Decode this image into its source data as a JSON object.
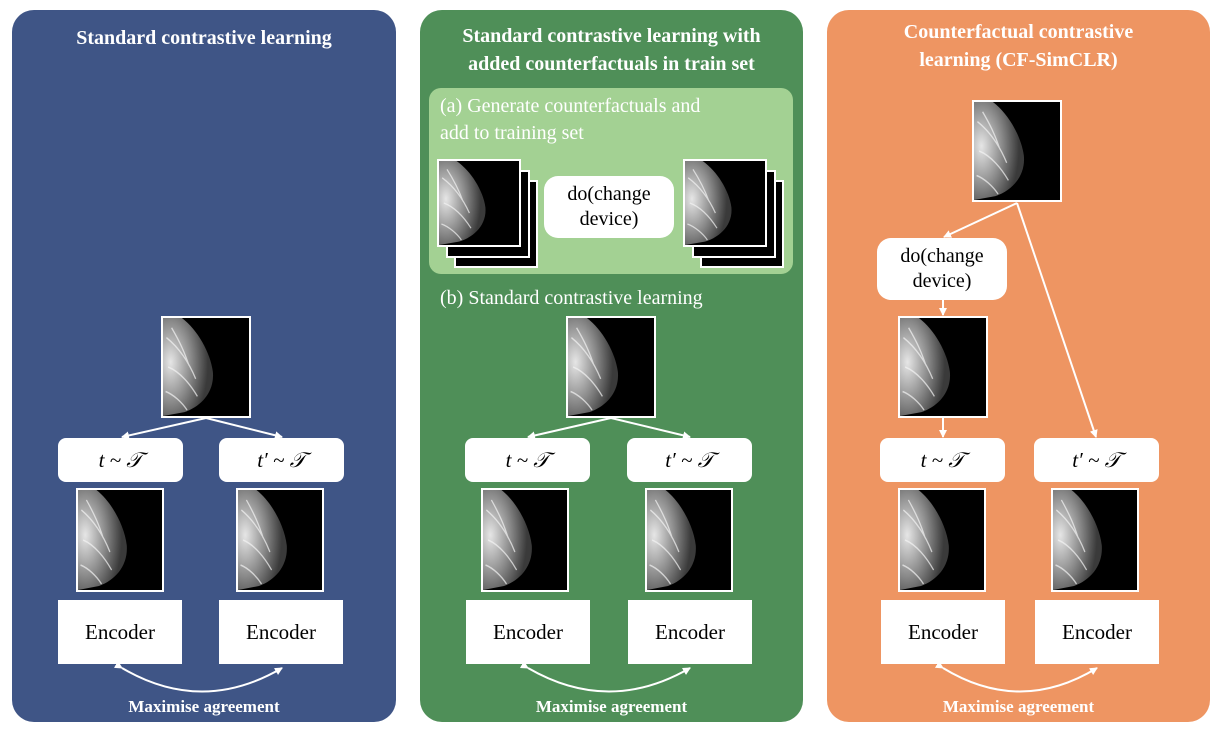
{
  "panels": {
    "standard": {
      "title": "Standard contrastive learning",
      "aug_left": "t ~ 𝒯",
      "aug_right": "t′ ~ 𝒯",
      "encoder_left": "Encoder",
      "encoder_right": "Encoder",
      "agreement": "Maximise agreement"
    },
    "added": {
      "title_line1": "Standard contrastive learning with",
      "title_line2": "added counterfactuals in train set",
      "step_a_line1": "(a) Generate counterfactuals and",
      "step_a_line2": "add to training set",
      "do_label": "do(change\ndevice)",
      "step_b": "(b) Standard contrastive learning",
      "aug_left": "t ~ 𝒯",
      "aug_right": "t′ ~ 𝒯",
      "encoder_left": "Encoder",
      "encoder_right": "Encoder",
      "agreement": "Maximise agreement"
    },
    "counterfactual": {
      "title_line1": "Counterfactual contrastive",
      "title_line2": "learning (CF-SimCLR)",
      "do_label": "do(change\ndevice)",
      "aug_left": "t ~ 𝒯",
      "aug_right": "t′ ~ 𝒯",
      "encoder_left": "Encoder",
      "encoder_right": "Encoder",
      "agreement": "Maximise agreement"
    }
  },
  "colors": {
    "standard_bg": "#3f5586",
    "added_bg": "#4f8f58",
    "added_sub_bg": "#a3d193",
    "counterfactual_bg": "#ee9562"
  }
}
